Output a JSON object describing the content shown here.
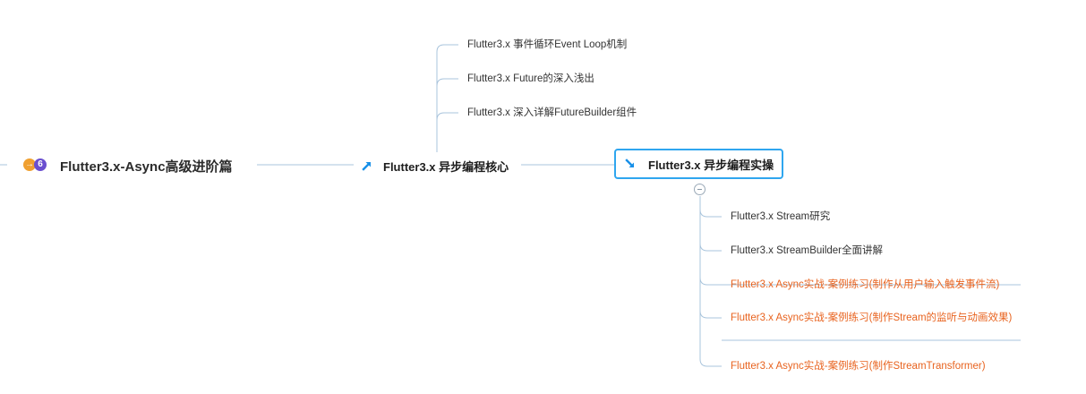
{
  "root": {
    "label": "Flutter3.x-Async高级进阶篇",
    "badge_arrow": "→",
    "badge_number": "6"
  },
  "core": {
    "label": "Flutter3.x 异步编程核心",
    "icon": "arrow-up-right-icon",
    "children": [
      "Flutter3.x 事件循环Event Loop机制",
      "Flutter3.x Future的深入浅出",
      "Flutter3.x 深入详解FutureBuilder组件"
    ]
  },
  "practice": {
    "label": "Flutter3.x 异步编程实操",
    "icon": "arrow-down-right-icon",
    "collapse": "collapse-toggle",
    "children": [
      "Flutter3.x Stream研究",
      "Flutter3.x StreamBuilder全面讲解",
      "Flutter3.x  Async实战-案例练习(制作从用户输入触发事件流)",
      "Flutter3.x  Async实战-案例练习(制作Stream的监听与动画效果)",
      "Flutter3.x  Async实战-案例练习(制作StreamTransformer)"
    ]
  },
  "colors": {
    "line": "#a9c4dc",
    "selected_border": "#2fa6ef",
    "orange_text": "#e8631f",
    "icon_blue": "#1890e8"
  }
}
